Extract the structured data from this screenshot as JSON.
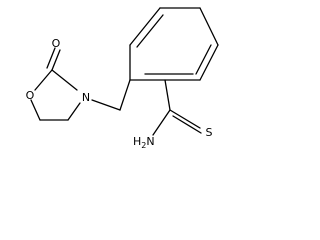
{
  "molecule": {
    "atoms": {
      "carbonyl_oxygen": "O",
      "ring_oxygen": "O",
      "ring_nitrogen": "N",
      "thioamide_sulfur": "S",
      "amide_nitrogen": "H",
      "amide_nitrogen_sub": "2",
      "amide_nitrogen_tail": "N"
    }
  }
}
